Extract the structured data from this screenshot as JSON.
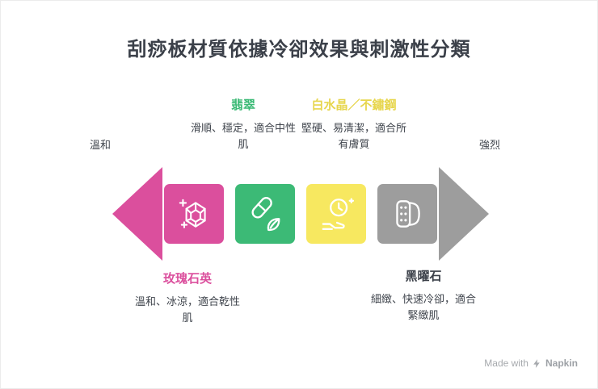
{
  "title": "刮痧板材質依據冷卻效果與刺激性分類",
  "axis": {
    "left_label": "溫和",
    "right_label": "強烈"
  },
  "materials": [
    {
      "name": "玫瑰石英",
      "description": "溫和、冰涼，適合乾性肌",
      "color": "#db4f9d",
      "title_color": "#db4f9d",
      "icon": "gem-icon",
      "label_position": "below"
    },
    {
      "name": "翡翠",
      "description": "滑順、穩定，適合中性肌",
      "color": "#3cba76",
      "title_color": "#3cba76",
      "icon": "capsule-leaf-icon",
      "label_position": "above"
    },
    {
      "name": "白水晶／不鏽鋼",
      "description": "堅硬、易清潔，適合所有膚質",
      "color": "#f7e860",
      "title_color": "#e7d64e",
      "icon": "hand-clock-icon",
      "label_position": "above"
    },
    {
      "name": "黑曜石",
      "description": "細緻、快速冷卻，適合緊緻肌",
      "color": "#9d9d9d",
      "title_color": "#3b4049",
      "icon": "bandage-roll-icon",
      "label_position": "below"
    }
  ],
  "watermark": {
    "prefix": "Made with",
    "brand": "Napkin"
  }
}
